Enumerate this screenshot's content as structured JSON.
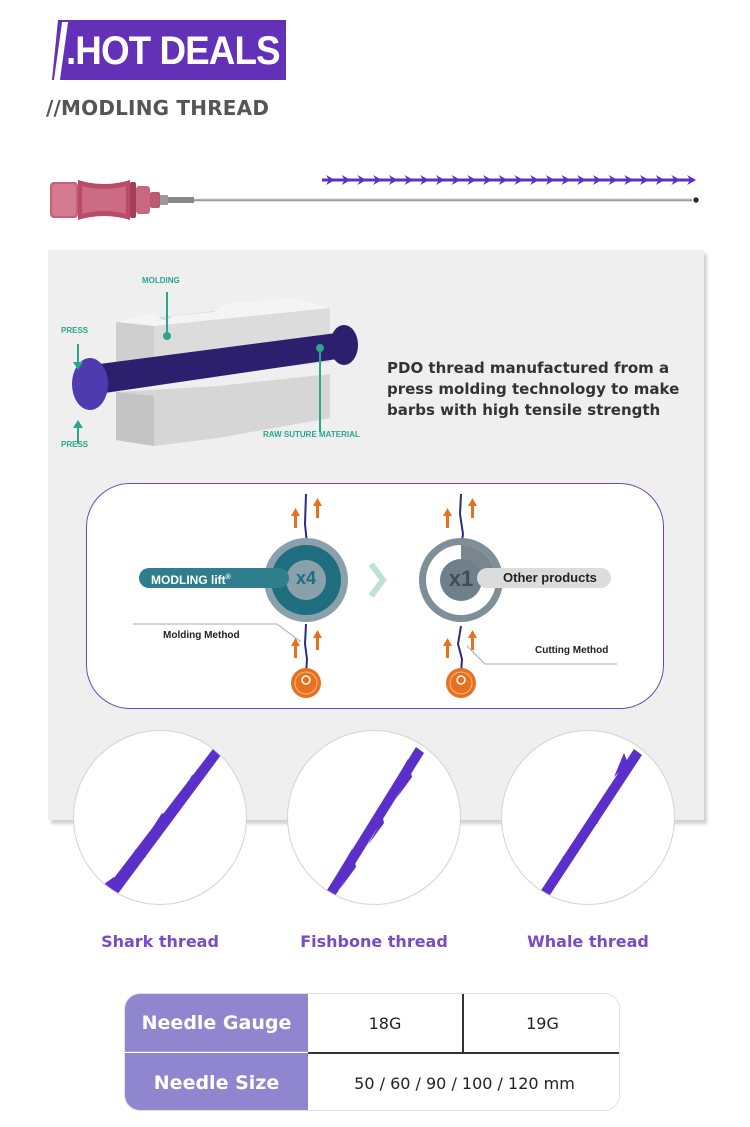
{
  "header": {
    "banner_title": ".HOT DEALS",
    "subtitle": "//MODLING THREAD"
  },
  "colors": {
    "brand_purple": "#6331b8",
    "thread_purple": "#5b2fc9",
    "label_purple": "#7a4cc4",
    "diagram_teal": "#2aa58e",
    "gauge_teal": "#2e7e8e",
    "arrow_orange": "#e8711f",
    "table_header": "#8f86cf",
    "panel_grey": "#efefef"
  },
  "product_image": {
    "items": [
      "needle-cannula",
      "barbed-thread"
    ]
  },
  "molding_diagram": {
    "labels": {
      "molding": "MOLDING",
      "press_top": "PRESS",
      "press_bottom": "PRESS",
      "raw_material": "RAW SUTURE MATERIAL"
    }
  },
  "panel": {
    "description": "PDO thread manufactured from a press molding technology to make barbs with high tensile strength"
  },
  "comparison": {
    "left": {
      "brand": "MODLING lift",
      "trademark": "®",
      "multiplier": "x4",
      "method": "Molding Method"
    },
    "right": {
      "label": "Other products",
      "multiplier": "x1",
      "method": "Cutting Method"
    },
    "separator_icon": "chevron-right-icon"
  },
  "thread_types": [
    {
      "label": "Shark thread"
    },
    {
      "label": "Fishbone thread"
    },
    {
      "label": "Whale thread"
    }
  ],
  "spec_table": {
    "rows": [
      {
        "header": "Needle Gauge",
        "values": [
          "18G",
          "19G"
        ]
      },
      {
        "header": "Needle Size",
        "values": [
          "50 / 60 / 90 / 100 / 120 mm"
        ]
      }
    ]
  }
}
